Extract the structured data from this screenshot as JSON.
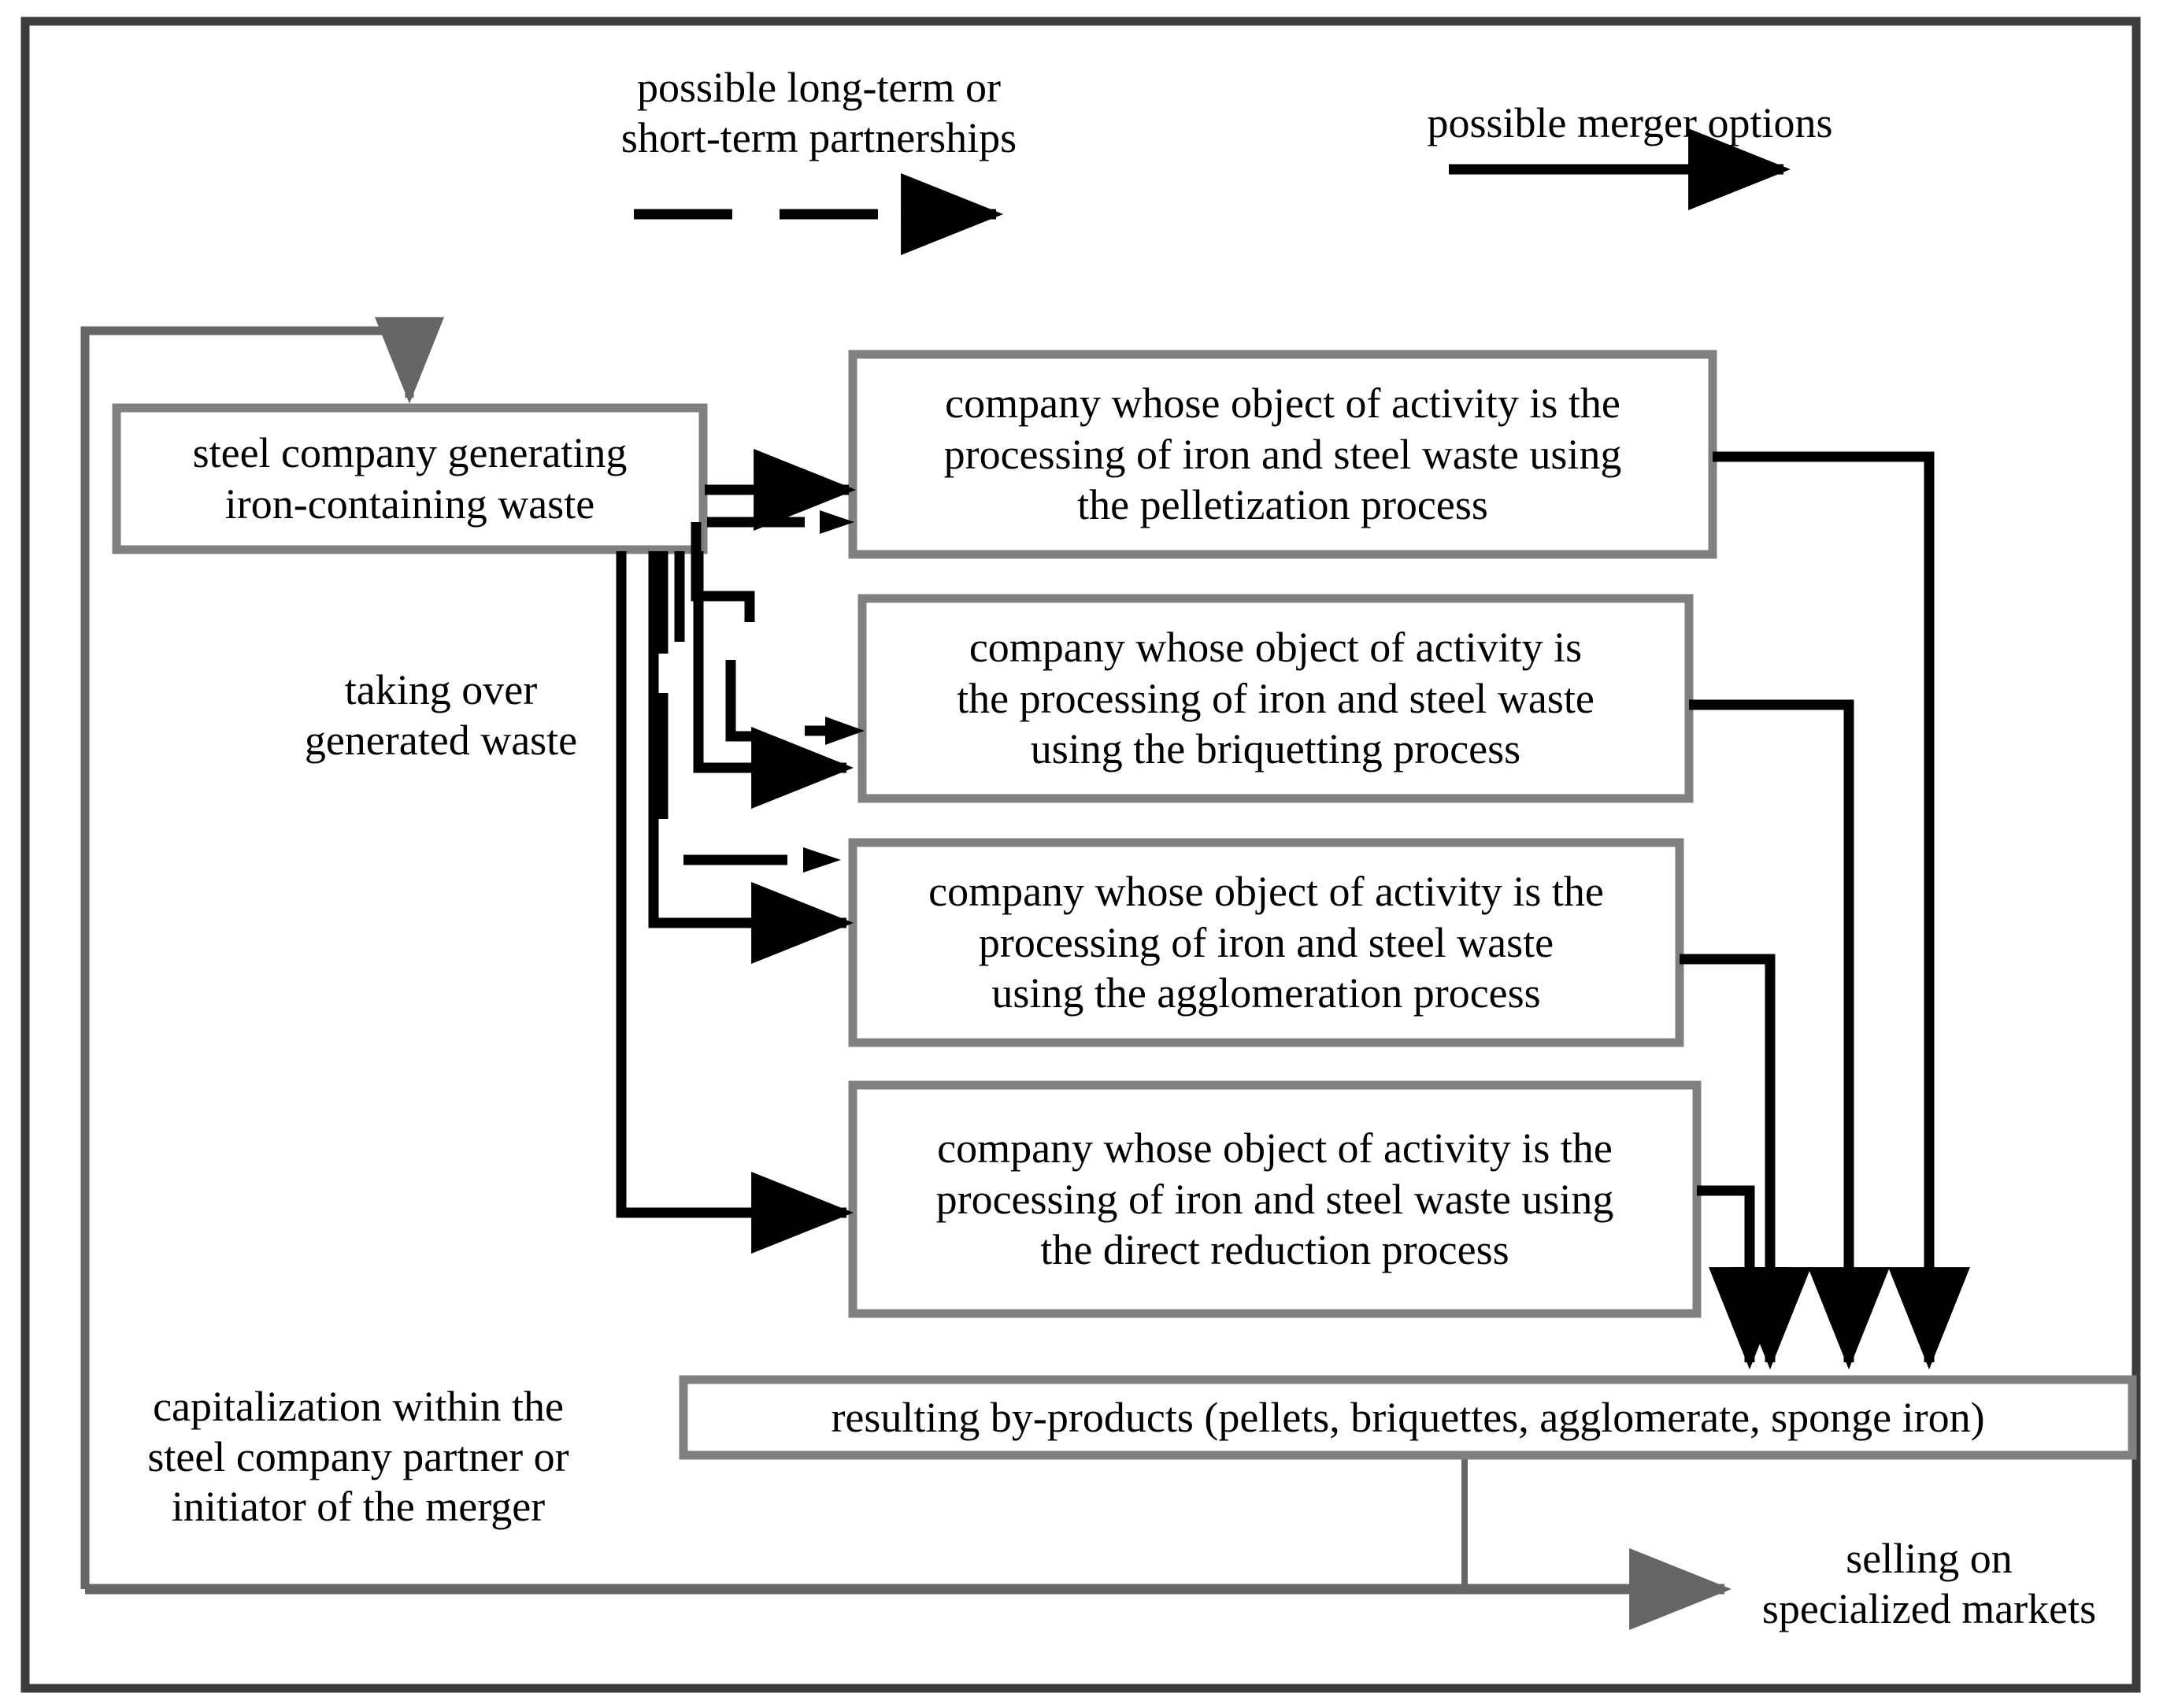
{
  "figure": {
    "type": "flow-diagram",
    "title_visible": false,
    "colors": {
      "box_border": "#808080",
      "outer_border": "#3c3c3c",
      "partnership_arrow": "#000000",
      "merger_arrow": "#000000",
      "feedback_arrow": "#666666",
      "background": "#ffffff",
      "text": "#000000"
    }
  },
  "legend": {
    "partnerships": {
      "caption": "possible long-term or\nshort-term partnerships",
      "line_style": "dashed-with-arrow",
      "color": "#000000"
    },
    "mergers": {
      "caption": "possible merger options",
      "line_style": "solid-with-arrow",
      "color": "#000000"
    }
  },
  "nodes": {
    "source": {
      "id": "steel-company",
      "label": "steel company generating\niron-containing waste"
    },
    "processors": [
      {
        "id": "pelletization",
        "label": "company whose object of activity is the\nprocessing of iron and steel waste using\nthe pelletization process",
        "process": "pelletization"
      },
      {
        "id": "briquetting",
        "label": "company whose object of activity is\nthe processing of iron and steel waste\nusing the briquetting process",
        "process": "briquetting"
      },
      {
        "id": "agglomeration",
        "label": "company whose object of activity is the\nprocessing of iron and steel waste\nusing the agglomeration process",
        "process": "agglomeration"
      },
      {
        "id": "direct-reduction",
        "label": "company whose object of activity is the\nprocessing of iron and steel waste using\nthe direct reduction process",
        "process": "direct reduction"
      }
    ],
    "output": {
      "id": "by-products",
      "label": "resulting by-products (pellets, briquettes, agglomerate, sponge iron)"
    }
  },
  "edge_labels": {
    "taking_over": "taking over\ngenerated waste",
    "capitalization": "capitalization within the\nsteel company partner or\ninitiator of the merger",
    "selling": "selling on\nspecialized markets"
  }
}
